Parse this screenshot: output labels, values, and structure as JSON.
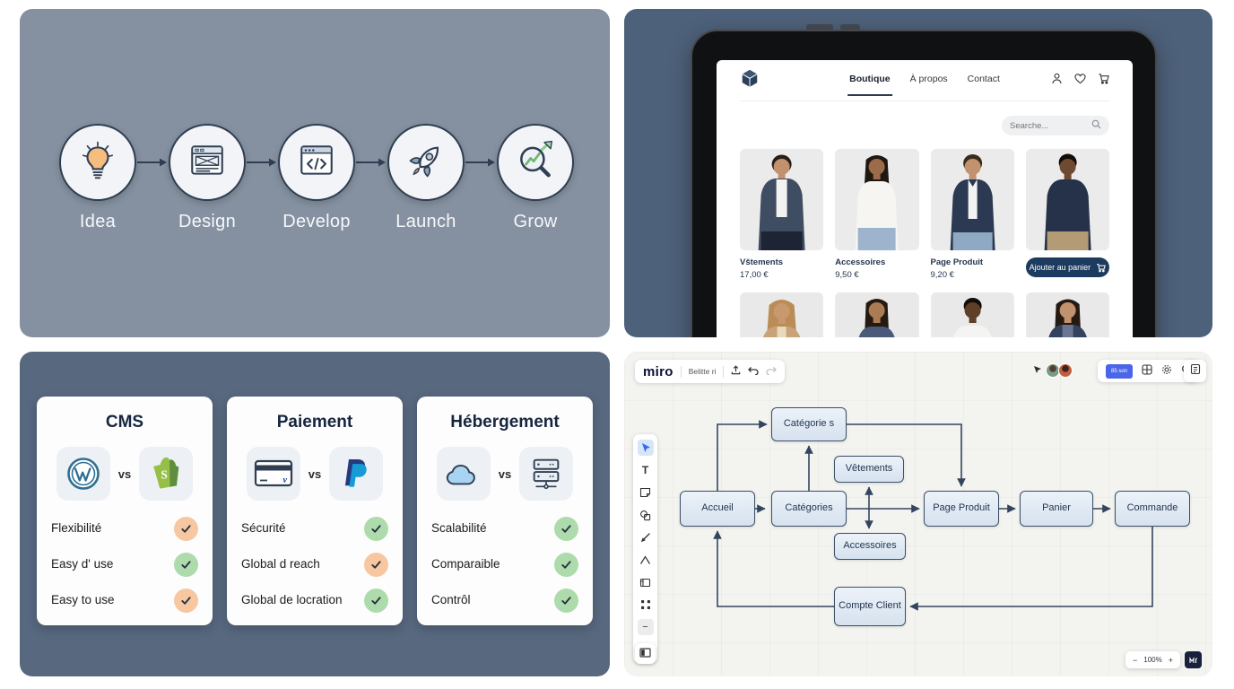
{
  "panel_process": {
    "steps": [
      {
        "label": "Idea",
        "icon": "lightbulb-icon"
      },
      {
        "label": "Design",
        "icon": "wireframe-icon"
      },
      {
        "label": "Develop",
        "icon": "code-window-icon"
      },
      {
        "label": "Launch",
        "icon": "rocket-icon"
      },
      {
        "label": "Grow",
        "icon": "growth-magnifier-icon"
      }
    ]
  },
  "panel_store": {
    "nav": {
      "items": [
        "Boutique",
        "À propos",
        "Contact"
      ],
      "active": "Boutique"
    },
    "header_icons": [
      "account-icon",
      "wishlist-heart-icon",
      "cart-icon"
    ],
    "search_placeholder": "Searche...",
    "products": [
      {
        "name": "Vštements",
        "price": "17,00 €"
      },
      {
        "name": "Accessoires",
        "price": "9,50 €"
      },
      {
        "name": "Page Produit",
        "price": "9,20 €"
      },
      {
        "name": "",
        "price": "",
        "button": "Ajouter au panier"
      }
    ]
  },
  "panel_compare": {
    "vs_label": "vs",
    "cards": [
      {
        "title": "CMS",
        "left_icon": "wordpress-icon",
        "right_icon": "shopify-icon",
        "rows": [
          {
            "label": "Flexibilité",
            "check": "orange"
          },
          {
            "label": "Easy d' use",
            "check": "green"
          },
          {
            "label": "Easy to use",
            "check": "orange"
          }
        ]
      },
      {
        "title": "Paiement",
        "left_icon": "credit-card-icon",
        "right_icon": "paypal-icon",
        "rows": [
          {
            "label": "Sécurité",
            "check": "green"
          },
          {
            "label": "Global d reach",
            "check": "orange"
          },
          {
            "label": "Global de locration",
            "check": "green"
          }
        ]
      },
      {
        "title": "Hébergement",
        "left_icon": "cloud-icon",
        "right_icon": "server-icon",
        "rows": [
          {
            "label": "Scalabilité",
            "check": "green"
          },
          {
            "label": "Comparaible",
            "check": "green"
          },
          {
            "label": "Contrôl",
            "check": "green"
          }
        ]
      }
    ]
  },
  "panel_miro": {
    "logo": "miro",
    "board_name": "Belitte ri",
    "share_button": "85 son",
    "zoom_out": "−",
    "zoom_level": "100%",
    "zoom_in": "+",
    "left_toolbar_icons": [
      "select-cursor-icon",
      "text-tool-icon",
      "sticky-note-icon",
      "shapes-icon",
      "pen-icon",
      "connector-icon",
      "frame-icon",
      "apps-icon",
      "minus-icon",
      "more-icon"
    ],
    "top_toolbar_icons": [
      "export-icon",
      "undo-icon",
      "redo-icon",
      "templates-grid-icon",
      "settings-gear-icon",
      "search-icon",
      "notes-icon"
    ],
    "nodes": [
      {
        "label": "Catégorie s"
      },
      {
        "label": "Vêtements"
      },
      {
        "label": "Accueil"
      },
      {
        "label": "Catégories"
      },
      {
        "label": "Page Produit"
      },
      {
        "label": "Panier"
      },
      {
        "label": "Commande"
      },
      {
        "label": "Accessoires"
      },
      {
        "label": "Compte Client"
      }
    ]
  },
  "colors": {
    "process_bg": "#8591a0",
    "store_bg": "#4e617a",
    "compare_bg": "#57687f",
    "miro_canvas": "#f3f3f0",
    "accent_navy": "#2f3e52",
    "check_green": "#aedbab",
    "check_orange": "#f6c7a0",
    "miro_share_blue": "#4a66e8",
    "cart_button_navy": "#1d3b5e"
  }
}
